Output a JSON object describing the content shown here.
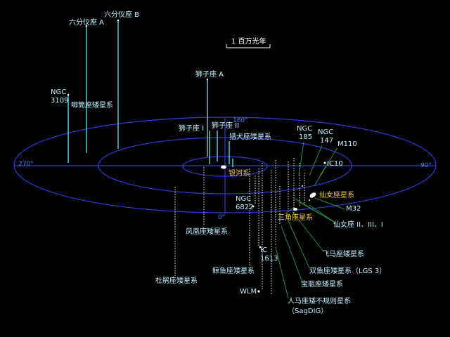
{
  "colors": {
    "background": "#000000",
    "ring": "#2f3fd6",
    "pole_line_high": "#5fd3e6",
    "pole_line_low": "#ffffff",
    "label_text": "#bfefff",
    "highlight_text": "#f5c542",
    "leader_green": "#2e8b3a"
  },
  "scale_bar": {
    "label": "1 百万光年"
  },
  "axis_labels": {
    "deg0": "0°",
    "deg90": "90°",
    "deg180": "180°",
    "deg270": "270°"
  },
  "labels": {
    "sextans_b": "六分仪座 B",
    "sextans_a": "六分仪座 A",
    "ngc3109_line1": "NGC",
    "ngc3109_line2": "3109",
    "antlia": "唧筒座矮星系",
    "leo_a": "狮子座 A",
    "leo_i": "狮子座 I",
    "leo_ii": "狮子座 II",
    "canes_venatici": "猎犬座矮星系",
    "milky_way": "银河系",
    "ngc185_line1": "NGC",
    "ngc185_line2": "185",
    "ngc147_line1": "NGC",
    "ngc147_line2": "147",
    "m110": "M110",
    "ic10": "IC10",
    "andromeda": "仙女座星系",
    "m32": "M32",
    "andromeda_sats": "仙女座 II、III、I",
    "triangulum": "三角座星系",
    "ngc6822_line1": "NGC",
    "ngc6822_line2": "6822",
    "phoenix": "凤凰座矮星系",
    "ic1613_line1": "IC",
    "ic1613_line2": "1613",
    "cetus": "鲸鱼座矮星系",
    "tucana": "杜鹃座矮星系",
    "wlm": "WLM",
    "pegasus": "飞马座矮星系",
    "pisces": "双鱼座矮星系（LGS 3）",
    "aquarius": "宝瓶座矮星系",
    "sagdig_line1": "人马座矮不规则星系",
    "sagdig_line2": "（SagDIG）"
  }
}
